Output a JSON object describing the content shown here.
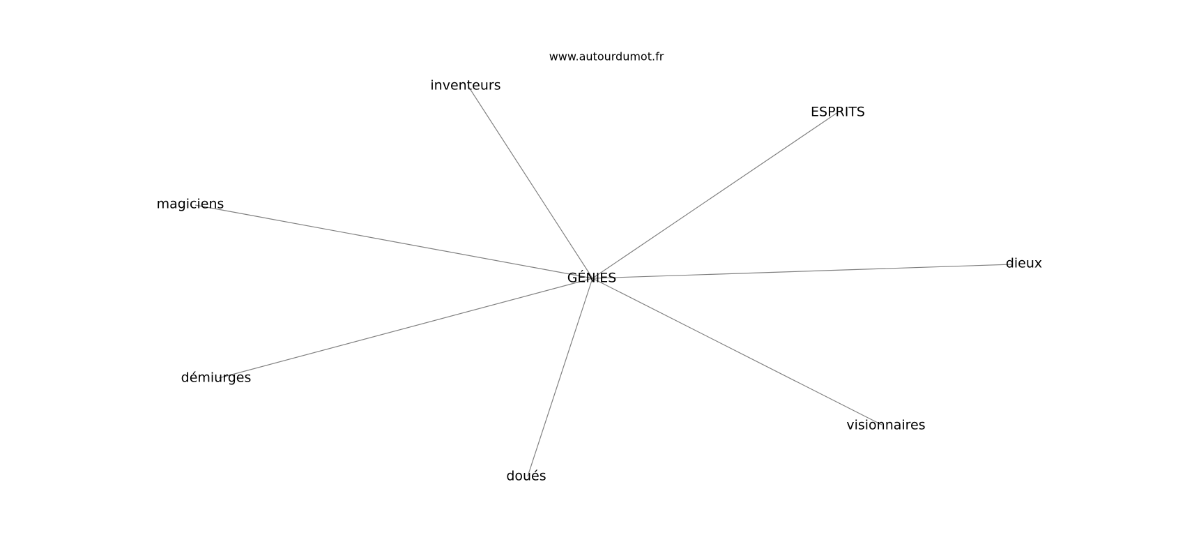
{
  "watermark": "www.autourdumot.fr",
  "graph": {
    "center": "GÉNIES",
    "neighbors": [
      "inventeurs",
      "ESPRITS",
      "magiciens",
      "dieux",
      "démiurges",
      "visionnaires",
      "doués"
    ]
  },
  "colors": {
    "edge": "#808080",
    "text": "#000000",
    "background": "#ffffff"
  }
}
